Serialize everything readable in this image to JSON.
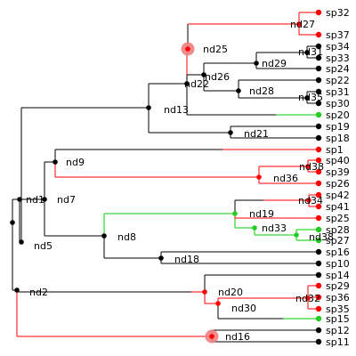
{
  "colors": {
    "background": "#ffffff",
    "edge_default": "#000000",
    "edge_red": "#ff0000",
    "edge_green": "#00cc00",
    "tip_black": "#000000",
    "tip_red": "#ff0000",
    "tip_green": "#22cc22",
    "node_default": "#000000",
    "node_red": "#ff0000",
    "node_green": "#22cc22",
    "highlight_fill": "#f08080"
  },
  "tree": {
    "root": "root",
    "highlighted_nodes": [
      "nd25",
      "nd16"
    ],
    "nodes": [
      {
        "id": "root",
        "parent": null,
        "label": "",
        "color": "black"
      },
      {
        "id": "nd1",
        "parent": "root",
        "label": "nd1",
        "color": "black"
      },
      {
        "id": "nd2",
        "parent": "root",
        "label": "nd2",
        "color": "black"
      },
      {
        "id": "nd5",
        "parent": "nd1",
        "label": "nd5",
        "color": "black"
      },
      {
        "id": "nd7",
        "parent": "nd1",
        "label": "nd7",
        "color": "black"
      },
      {
        "id": "nd9",
        "parent": "nd7",
        "label": "nd9",
        "color": "black"
      },
      {
        "id": "nd36",
        "parent": "nd9",
        "label": "nd36",
        "color": "red"
      },
      {
        "id": "nd38b",
        "parent": "nd36",
        "label": "nd38",
        "color": "red"
      },
      {
        "id": "nd8",
        "parent": "nd7",
        "label": "nd8",
        "color": "black"
      },
      {
        "id": "nd19",
        "parent": "nd8",
        "label": "nd19",
        "color": "green"
      },
      {
        "id": "nd34",
        "parent": "nd19",
        "label": "nd34",
        "color": "red"
      },
      {
        "id": "nd33",
        "parent": "nd19",
        "label": "nd33",
        "color": "green"
      },
      {
        "id": "nd38",
        "parent": "nd33",
        "label": "nd38",
        "color": "green"
      },
      {
        "id": "nd18",
        "parent": "nd8",
        "label": "nd18",
        "color": "black"
      },
      {
        "id": "nd13",
        "parent": "nd5",
        "label": "nd13",
        "color": "black"
      },
      {
        "id": "nd22",
        "parent": "nd13",
        "label": "nd22",
        "color": "black"
      },
      {
        "id": "nd25",
        "parent": "nd22",
        "label": "nd25",
        "color": "red"
      },
      {
        "id": "nd27",
        "parent": "nd25",
        "label": "nd27",
        "color": "red"
      },
      {
        "id": "nd26",
        "parent": "nd22",
        "label": "nd26",
        "color": "black"
      },
      {
        "id": "nd29",
        "parent": "nd26",
        "label": "nd29",
        "color": "black"
      },
      {
        "id": "nd31",
        "parent": "nd29",
        "label": "nd31",
        "color": "black"
      },
      {
        "id": "nd28",
        "parent": "nd26",
        "label": "nd28",
        "color": "black"
      },
      {
        "id": "nd35",
        "parent": "nd28",
        "label": "nd35",
        "color": "black"
      },
      {
        "id": "nd21",
        "parent": "nd13",
        "label": "nd21",
        "color": "black"
      },
      {
        "id": "nd16",
        "parent": "nd2",
        "label": "nd16",
        "color": "red"
      },
      {
        "id": "nd20",
        "parent": "nd2",
        "label": "nd20",
        "color": "red"
      },
      {
        "id": "nd30",
        "parent": "nd20",
        "label": "nd30",
        "color": "red"
      },
      {
        "id": "nd32",
        "parent": "nd30",
        "label": "nd32",
        "color": "red"
      }
    ],
    "tips": [
      {
        "id": "sp32",
        "parent": "nd27",
        "label": "sp32",
        "color": "red"
      },
      {
        "id": "sp37",
        "parent": "nd27",
        "label": "sp37",
        "color": "red"
      },
      {
        "id": "sp34",
        "parent": "nd31",
        "label": "sp34",
        "color": "black"
      },
      {
        "id": "sp33",
        "parent": "nd31",
        "label": "sp33",
        "color": "black"
      },
      {
        "id": "sp24",
        "parent": "nd29",
        "label": "sp24",
        "color": "black"
      },
      {
        "id": "sp22",
        "parent": "nd28",
        "label": "sp22",
        "color": "black"
      },
      {
        "id": "sp31",
        "parent": "nd35",
        "label": "sp31",
        "color": "black"
      },
      {
        "id": "sp30",
        "parent": "nd35",
        "label": "sp30",
        "color": "black"
      },
      {
        "id": "sp20",
        "parent": "nd22",
        "label": "sp20",
        "color": "green"
      },
      {
        "id": "sp19",
        "parent": "nd21",
        "label": "sp19",
        "color": "black"
      },
      {
        "id": "sp18",
        "parent": "nd21",
        "label": "sp18",
        "color": "black"
      },
      {
        "id": "sp1",
        "parent": "nd9",
        "label": "sp1",
        "color": "red"
      },
      {
        "id": "sp40",
        "parent": "nd38b",
        "label": "sp40",
        "color": "red"
      },
      {
        "id": "sp39",
        "parent": "nd38b",
        "label": "sp39",
        "color": "red"
      },
      {
        "id": "sp26",
        "parent": "nd36",
        "label": "sp26",
        "color": "red"
      },
      {
        "id": "sp42",
        "parent": "nd34",
        "label": "sp42",
        "color": "red"
      },
      {
        "id": "sp41",
        "parent": "nd34",
        "label": "sp41",
        "color": "red"
      },
      {
        "id": "sp25",
        "parent": "nd19",
        "label": "sp25",
        "color": "red"
      },
      {
        "id": "sp28",
        "parent": "nd38",
        "label": "sp28",
        "color": "green"
      },
      {
        "id": "sp27",
        "parent": "nd38",
        "label": "sp27",
        "color": "green"
      },
      {
        "id": "sp16",
        "parent": "nd18",
        "label": "sp16",
        "color": "black"
      },
      {
        "id": "sp10",
        "parent": "nd18",
        "label": "sp10",
        "color": "black"
      },
      {
        "id": "sp14",
        "parent": "nd20",
        "label": "sp14",
        "color": "black"
      },
      {
        "id": "sp29",
        "parent": "nd32",
        "label": "sp29",
        "color": "red"
      },
      {
        "id": "sp36",
        "parent": "nd32",
        "label": "sp36",
        "color": "red"
      },
      {
        "id": "sp35",
        "parent": "nd32",
        "label": "sp35",
        "color": "red"
      },
      {
        "id": "sp15",
        "parent": "nd30",
        "label": "sp15",
        "color": "green"
      },
      {
        "id": "sp12",
        "parent": "nd16",
        "label": "sp12",
        "color": "black"
      },
      {
        "id": "sp11",
        "parent": "nd16",
        "label": "sp11",
        "color": "black"
      }
    ]
  }
}
